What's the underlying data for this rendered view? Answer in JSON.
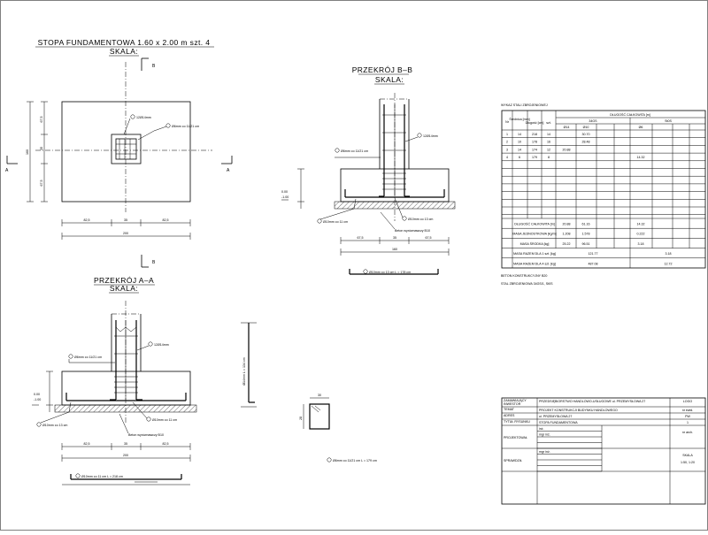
{
  "views": {
    "plan": {
      "title": "STOPA FUNDAMENTOWA 1.60 x 2.00 m szt. 4",
      "scale": "SKALA:",
      "cut_b": "B",
      "cut_a": "A",
      "label_bar1": "12Ø14mm",
      "label_bar2": "Ø6mm co 11/21 cm",
      "dims_bottom": [
        "82,5",
        "35",
        "82,5"
      ],
      "dim_total": "200",
      "dims_left": [
        "67,5",
        "35",
        "67,5"
      ],
      "dim_left_total": "160"
    },
    "section_bb": {
      "title": "PRZEKRÓJ B–B",
      "scale": "SKALA:",
      "label_stirrup": "Ø6mm co 11/21 cm",
      "label_bars": "12Ø14mm",
      "label_bottom_left": "Ø10mm co 11 cm",
      "label_bottom_right": "Ø10mm co 13 cm",
      "label_concrete": "Beton wyrównawczy B10",
      "dims": [
        "67,5",
        "35",
        "67,5"
      ],
      "dim_total": "160",
      "label_mesh": "Ø10mm co 13 cm L = 178 cm",
      "elev": [
        "0.00",
        "-1.00"
      ]
    },
    "section_aa": {
      "title": "PRZEKRÓJ A–A",
      "scale": "SKALA:",
      "label_bars": "12Ø14mm",
      "label_stirrup": "Ø6mm co 11/21 cm",
      "label_bottom_left": "Ø10mm co 13 cm",
      "label_bottom_right": "Ø10mm co 11 cm",
      "label_concrete": "Beton wyrównawczy B10",
      "dims": [
        "82,5",
        "35",
        "82,5"
      ],
      "dim_total": "200",
      "label_mesh": "Ø10mm co 11 cm L = 218 cm",
      "elev": [
        "0.00",
        "-1.00"
      ]
    },
    "details": {
      "bar_label": "Ø14mm L = 134 cm",
      "stirrup_label": "Ø6mm co 11/21 cm L = 179 cm",
      "stirrup_dims": [
        "28",
        "30"
      ]
    }
  },
  "steel_table": {
    "title": "WYKAZ STALI ZBROJENIOWEJ",
    "header": {
      "nr": "Nr",
      "srednica": "Średnica [mm]",
      "dlugosc": "Długość [cm]",
      "szt": "szt.",
      "group": "DŁUGOŚĆ CAŁKOWITA [m]",
      "stal_a": "34GS",
      "stal_b": "St0S",
      "d_a": [
        "Ø14",
        "Ø10"
      ],
      "d_b": [
        "Ø6"
      ]
    },
    "rows": [
      {
        "nr": "1",
        "d": "14",
        "l": "218",
        "n": "14",
        "v": [
          "",
          "30.70",
          ""
        ]
      },
      {
        "nr": "2",
        "d": "10",
        "l": "178",
        "n": "16",
        "v": [
          "",
          "28.48",
          ""
        ]
      },
      {
        "nr": "3",
        "d": "14",
        "l": "174",
        "n": "12",
        "v": [
          "20.88",
          "",
          ""
        ]
      },
      {
        "nr": "4",
        "d": "6",
        "l": "179",
        "n": "8",
        "v": [
          "",
          "",
          "14.32"
        ]
      }
    ],
    "summary": [
      {
        "label": "DŁUGOŚĆ CAŁKOWITA [m]",
        "v": [
          "20.88",
          "61.16",
          "14.32"
        ]
      },
      {
        "label": "MASA JEDNOSTKOWA [kg/m]",
        "v": [
          "1.208",
          "1.578",
          "0.222"
        ]
      },
      {
        "label": "MASA ŚRODKA [kg]",
        "v": [
          "25.22",
          "96.51",
          "3.18"
        ]
      },
      {
        "label": "MASA RAZEM DLA 1 szt. [kg]",
        "v": [
          "121.77",
          "3.18"
        ]
      },
      {
        "label": "MASA RAZEM DLA 4 szt. [kg]",
        "v": [
          "487.08",
          "12.72"
        ]
      }
    ],
    "note1": "BETON KONSTRUKCYJNY B20",
    "note2": "STAL ZBROJENIOWA 34GS/1, St0S"
  },
  "title_block": {
    "rows": [
      {
        "k": "ZAMAWIAJĄCY\nINWESTOR",
        "v": "PRZEDSIĘBIORSTWO HANDLOWO-USŁUGOWE ul. PRZEMYSŁOWA 27",
        "r": "LOGO"
      },
      {
        "k": "TEMAT",
        "v": "PROJEKT KONSTRUKCJI BUDYNKU HANDLOWEGO",
        "r": "nr ewid."
      },
      {
        "k": "ADRES",
        "v": "ul. PRZEMYSŁOWA 27",
        "r": "PW"
      },
      {
        "k": "TYTUŁ RYSUNKU",
        "v": "STOPA FUNDAMENTOWA",
        "r": "1"
      }
    ],
    "roles": [
      {
        "role": "PROJEKTOWAŁ",
        "names": [
          "inż.",
          "mgr inż.",
          "",
          ""
        ],
        "r1": "nr arch.",
        "r2": ""
      },
      {
        "role": "SPRAWDZIŁ",
        "names": [
          "mgr inż.",
          "",
          "",
          ""
        ],
        "r1": "SKALA",
        "r2": "1:50, 1:20"
      }
    ]
  },
  "colors": {
    "line": "#000000",
    "bg": "#ffffff"
  }
}
